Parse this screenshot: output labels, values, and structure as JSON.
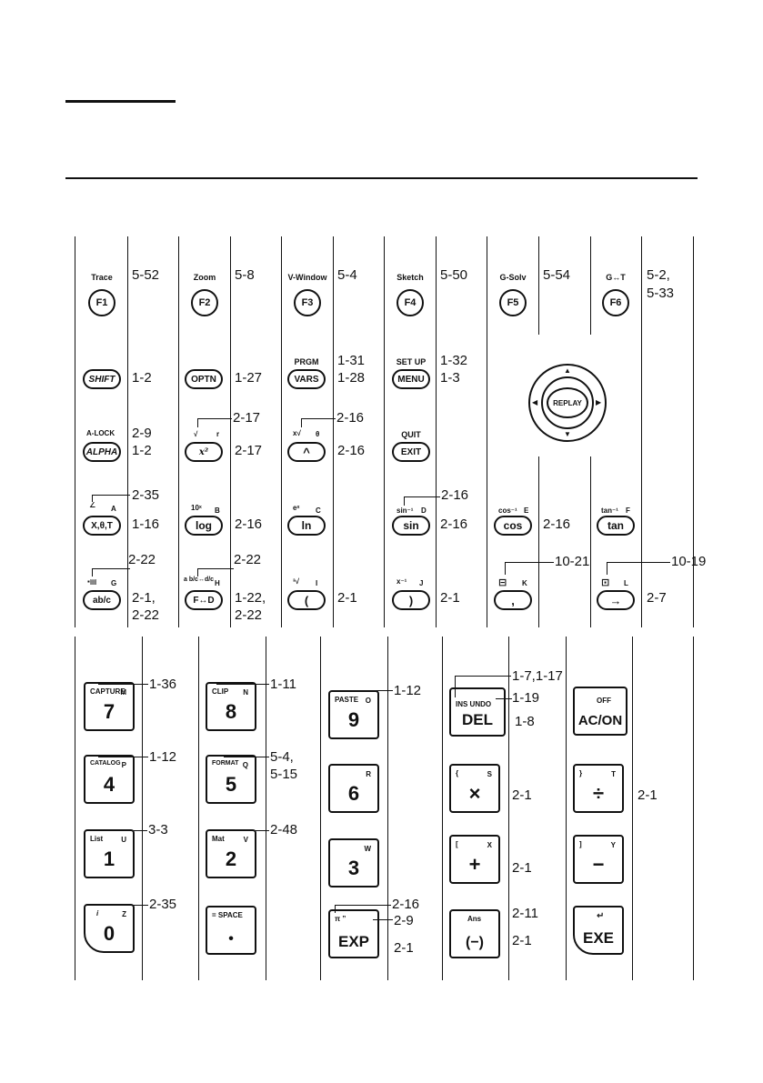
{
  "upper_keys": {
    "f1": {
      "top": "Trace",
      "key": "F1",
      "ref": "5-52"
    },
    "f2": {
      "top": "Zoom",
      "key": "F2",
      "ref": "5-8"
    },
    "f3": {
      "top": "V-Window",
      "key": "F3",
      "ref": "5-4"
    },
    "f4": {
      "top": "Sketch",
      "key": "F4",
      "ref": "5-50"
    },
    "f5": {
      "top": "G-Solv",
      "key": "F5",
      "ref": "5-54"
    },
    "f6": {
      "top": "G↔T",
      "key": "F6",
      "ref1": "5-2,",
      "ref2": "5-33"
    },
    "shift": {
      "key": "SHIFT",
      "ref": "1-2"
    },
    "optn": {
      "key": "OPTN",
      "ref": "1-27"
    },
    "vars": {
      "top": "PRGM",
      "key": "VARS",
      "ref1": "1-31",
      "ref2": "1-28"
    },
    "menu": {
      "top": "SET UP",
      "key": "MENU",
      "ref1": "1-32",
      "ref2": "1-3"
    },
    "replay": {
      "key": "REPLAY"
    },
    "alpha": {
      "top": "A-LOCK",
      "key": "ALPHA",
      "ref1": "2-9",
      "ref2": "1-2"
    },
    "square": {
      "top": "√",
      "alpha": "r",
      "key": "x²",
      "ref1": "2-17",
      "ref2": "2-17"
    },
    "power": {
      "top": "x√",
      "alpha": "θ",
      "key": "^",
      "ref1": "2-16",
      "ref2": "2-16"
    },
    "exit": {
      "top": "QUIT",
      "key": "EXIT"
    },
    "xthetat": {
      "top": "∠",
      "alpha": "A",
      "key": "X,θ,T",
      "ref1": "2-35",
      "ref2": "1-16"
    },
    "log": {
      "top": "10ˣ",
      "alpha": "B",
      "key": "log",
      "ref": "2-16"
    },
    "ln": {
      "top": "eˣ",
      "alpha": "C",
      "key": "ln"
    },
    "sin": {
      "top": "sin⁻¹",
      "alpha": "D",
      "key": "sin",
      "ref1": "2-16",
      "ref2": "2-16"
    },
    "cos": {
      "top": "cos⁻¹",
      "alpha": "E",
      "key": "cos",
      "ref": "2-16"
    },
    "tan": {
      "top": "tan⁻¹",
      "alpha": "F",
      "key": "tan"
    },
    "frac": {
      "top": "▪▤",
      "alpha": "G",
      "key": "ab/c",
      "ref1": "2-22",
      "ref2": "2-1,",
      "ref3": "2-22"
    },
    "fd": {
      "top": "a b/c↔d/c",
      "alpha": "H",
      "key": "F↔D",
      "ref1": "2-22",
      "ref2": "1-22,",
      "ref3": "2-22"
    },
    "lparen": {
      "top": "³√",
      "alpha": "I",
      "key": "(",
      "ref": "2-1"
    },
    "rparen": {
      "top": "x⁻¹",
      "alpha": "J",
      "key": ")",
      "ref": "2-1"
    },
    "comma": {
      "top": "⊟",
      "alpha": "K",
      "key": ",",
      "ref": "10-21"
    },
    "arrow": {
      "top": "⊡",
      "alpha": "L",
      "key": "→",
      "ref1": "10-19",
      "ref2": "2-7"
    }
  },
  "lower_keys": {
    "k7": {
      "top": "CAPTURE",
      "alpha": "M",
      "key": "7",
      "ref": "1-36"
    },
    "k8": {
      "top": "CLIP",
      "alpha": "N",
      "key": "8",
      "ref": "1-11"
    },
    "k9": {
      "top": "PASTE",
      "alpha": "O",
      "key": "9",
      "ref": "1-12"
    },
    "del": {
      "top": "INS  UNDO",
      "key": "DEL",
      "ref1": "1-7,1-17",
      "ref2": "1-19",
      "ref3": "1-8"
    },
    "acon": {
      "top": "OFF",
      "key": "AC/ON"
    },
    "k4": {
      "top": "CATALOG",
      "alpha": "P",
      "key": "4",
      "ref": "1-12"
    },
    "k5": {
      "top": "FORMAT",
      "alpha": "Q",
      "key": "5",
      "ref1": "5-4,",
      "ref2": "5-15"
    },
    "k6": {
      "alpha": "R",
      "key": "6"
    },
    "mul": {
      "top": "{",
      "alpha": "S",
      "key": "×",
      "ref": "2-1"
    },
    "div": {
      "top": "}",
      "alpha": "T",
      "key": "÷",
      "ref": "2-1"
    },
    "k1": {
      "top": "List",
      "alpha": "U",
      "key": "1",
      "ref": "3-3"
    },
    "k2": {
      "top": "Mat",
      "alpha": "V",
      "key": "2",
      "ref": "2-48"
    },
    "k3": {
      "alpha": "W",
      "key": "3"
    },
    "add": {
      "top": "[",
      "alpha": "X",
      "key": "+",
      "ref": "2-1"
    },
    "sub": {
      "top": "]",
      "alpha": "Y",
      "key": "−"
    },
    "k0": {
      "top": "i",
      "alpha": "Z",
      "key": "0",
      "ref": "2-35"
    },
    "dot": {
      "top": "=  SPACE",
      "key": "•"
    },
    "exp": {
      "top": "π        ”",
      "key": "EXP",
      "ref1": "2-16",
      "ref2": "2-9",
      "ref3": "2-1"
    },
    "neg": {
      "top": "Ans",
      "key": "(−)",
      "ref1": "2-11",
      "ref2": "2-1"
    },
    "exe": {
      "top": "↵",
      "key": "EXE"
    }
  }
}
